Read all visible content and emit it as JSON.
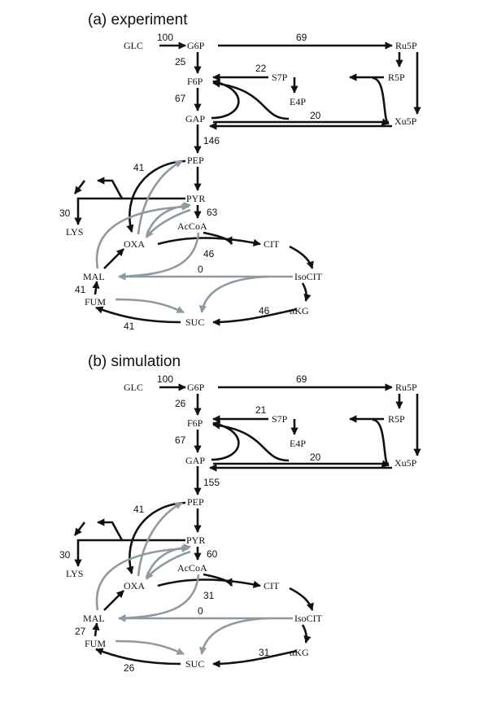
{
  "colors": {
    "main": "#111111",
    "secondary": "#8e9aa0",
    "background": "#ffffff"
  },
  "panels": [
    {
      "title": "(a) experiment",
      "nodes": {
        "GLC": "GLC",
        "G6P": "G6P",
        "Ru5P": "Ru5P",
        "S7P": "S7P",
        "R5P": "R5P",
        "F6P": "F6P",
        "E4P": "E4P",
        "GAP": "GAP",
        "Xu5P": "Xu5P",
        "PEP": "PEP",
        "PYR": "PYR",
        "LYS": "LYS",
        "AcCoA": "AcCoA",
        "OXA": "OXA",
        "CIT": "CIT",
        "MAL": "MAL",
        "IsoCIT": "IsoCIT",
        "FUM": "FUM",
        "aKG": "αKG",
        "SUC": "SUC"
      },
      "fluxes": {
        "glc_g6p": "100",
        "g6p_ru5p": "69",
        "g6p_f6p": "25",
        "s7p_f6p": "22",
        "f6p_gap": "67",
        "xu5p_gap": "20",
        "gap_pep": "146",
        "pep_oxa": "41",
        "pyr_acoa": "63",
        "lys": "30",
        "oxa_cit": "46",
        "isocit_mal": "0",
        "mal_fum": "41",
        "akg_suc": "46",
        "suc_fum": "41"
      }
    },
    {
      "title": "(b) simulation",
      "nodes": {
        "GLC": "GLC",
        "G6P": "G6P",
        "Ru5P": "Ru5P",
        "S7P": "S7P",
        "R5P": "R5P",
        "F6P": "F6P",
        "E4P": "E4P",
        "GAP": "GAP",
        "Xu5P": "Xu5P",
        "PEP": "PEP",
        "PYR": "PYR",
        "LYS": "LYS",
        "AcCoA": "AcCoA",
        "OXA": "OXA",
        "CIT": "CIT",
        "MAL": "MAL",
        "IsoCIT": "IsoCIT",
        "FUM": "FUM",
        "aKG": "αKG",
        "SUC": "SUC"
      },
      "fluxes": {
        "glc_g6p": "100",
        "g6p_ru5p": "69",
        "g6p_f6p": "26",
        "s7p_f6p": "21",
        "f6p_gap": "67",
        "xu5p_gap": "20",
        "gap_pep": "155",
        "pep_oxa": "41",
        "pyr_acoa": "60",
        "lys": "30",
        "oxa_cit": "31",
        "isocit_mal": "0",
        "mal_fum": "27",
        "akg_suc": "31",
        "suc_fum": "26"
      }
    }
  ]
}
